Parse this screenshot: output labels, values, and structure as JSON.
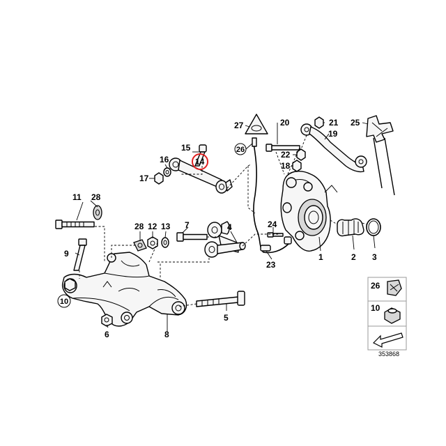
{
  "diagram": {
    "reference_number": "353868",
    "highlighted_part": "14",
    "highlight_color": "#e02020",
    "callouts": {
      "p1": "1",
      "p2": "2",
      "p3": "3",
      "p4": "4",
      "p5": "5",
      "p6": "6",
      "p7": "7",
      "p8": "8",
      "p9": "9",
      "p10": "10",
      "p11": "11",
      "p12": "12",
      "p13": "13",
      "p14": "14",
      "p15": "15",
      "p16": "16",
      "p17": "17",
      "p18": "18",
      "p19": "19",
      "p20": "20",
      "p21": "21",
      "p22": "22",
      "p23": "23",
      "p24": "24",
      "p25": "25",
      "p26": "26",
      "p27": "27",
      "p28a": "28",
      "p28b": "28"
    },
    "legend": {
      "clip_label": "26",
      "nut_label": "10"
    }
  }
}
